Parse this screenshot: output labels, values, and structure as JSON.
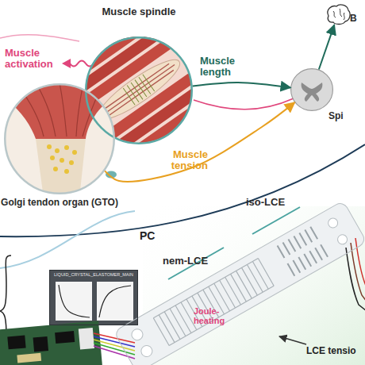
{
  "diagram": {
    "nodes": [
      {
        "text": [
          "Muscle spindle"
        ]
      },
      {
        "text": [
          "Golgi tendon organ (GTO)"
        ]
      },
      {
        "text": [
          "B"
        ]
      },
      {
        "text": [
          "Spi"
        ]
      },
      {
        "text": [
          "iso-LCE",
          "nem-LCE"
        ]
      },
      {
        "text": [
          "LIQUID_CRYSTAL_ELASTOMER_MAIN"
        ]
      }
    ],
    "edges": [
      {
        "from": 0,
        "to": 3,
        "label": "Muscle length",
        "arrow": "to"
      },
      {
        "from": 1,
        "to": 3,
        "label": "Muscle tension",
        "arrow": "to"
      },
      {
        "from": 3,
        "to": 2,
        "arrow": "to"
      }
    ],
    "labels": [
      "Muscle activation",
      "PC",
      "Joule-heating",
      "LCE tensio"
    ]
  }
}
